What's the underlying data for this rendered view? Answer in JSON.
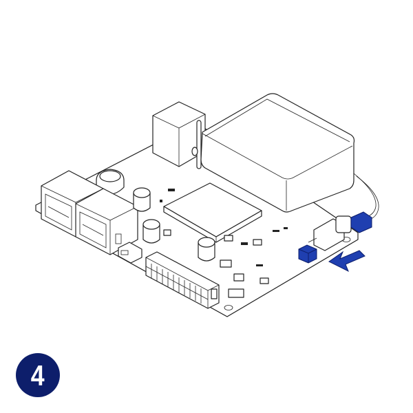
{
  "step": {
    "number": "4",
    "badge_color": "#0d1e6b",
    "text_color": "#ffffff"
  },
  "illustration": {
    "subject": "isometric circuit board assembly",
    "highlight_color": "#1f3fb0",
    "line_color": "#222222",
    "components": [
      "rj45-jack-left",
      "rj45-jack-right",
      "power-inductor",
      "electrolytic-capacitor-1",
      "electrolytic-capacitor-2",
      "electrolytic-capacitor-3",
      "cube-relay",
      "enclosed-module-box",
      "main-chip",
      "mini-usb-port",
      "pin-header-connector",
      "tact-switch",
      "cable-connector",
      "blue-connector-plug",
      "blue-jumper-block",
      "blue-direction-arrow"
    ]
  }
}
